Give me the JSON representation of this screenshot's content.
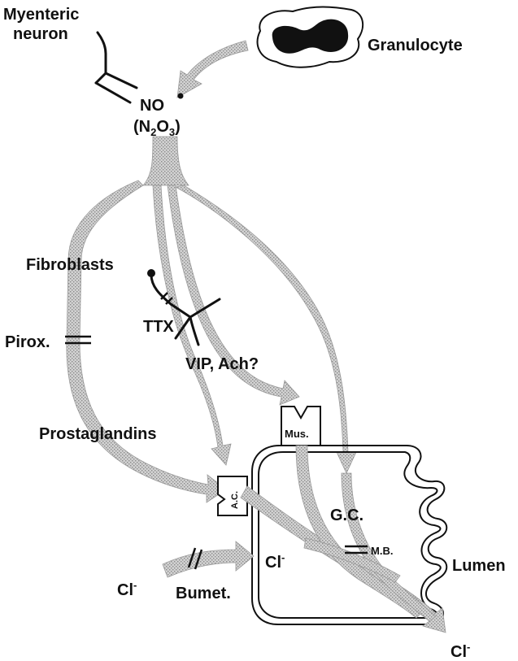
{
  "labels": {
    "myenteric_line1": "Myenteric",
    "myenteric_line2": "neuron",
    "granulocyte": "Granulocyte",
    "no": "NO",
    "n2o3_open": "(N",
    "n2o3_sub2": "2",
    "n2o3_o": "O",
    "n2o3_sub3": "3",
    "n2o3_close": ")",
    "fibroblasts": "Fibroblasts",
    "ttx": "TTX",
    "pirox": "Pirox.",
    "vip_ach": "VIP, Ach?",
    "prostaglandins": "Prostaglandins",
    "mus": "Mus.",
    "ac": "A.C.",
    "gc": "G.C.",
    "mb": "M.B.",
    "cl_cell": "Cl",
    "cl_in": "Cl",
    "cl_out": "Cl",
    "minus": "-",
    "bumet": "Bumet.",
    "lumen": "Lumen"
  },
  "colors": {
    "ink": "#111111",
    "arrow_fill": "#c8c8c8",
    "arrow_stroke": "#9a9a9a"
  },
  "icons": {
    "radical_dot": "filled-circle",
    "neuron_ending": "filled-circle"
  }
}
